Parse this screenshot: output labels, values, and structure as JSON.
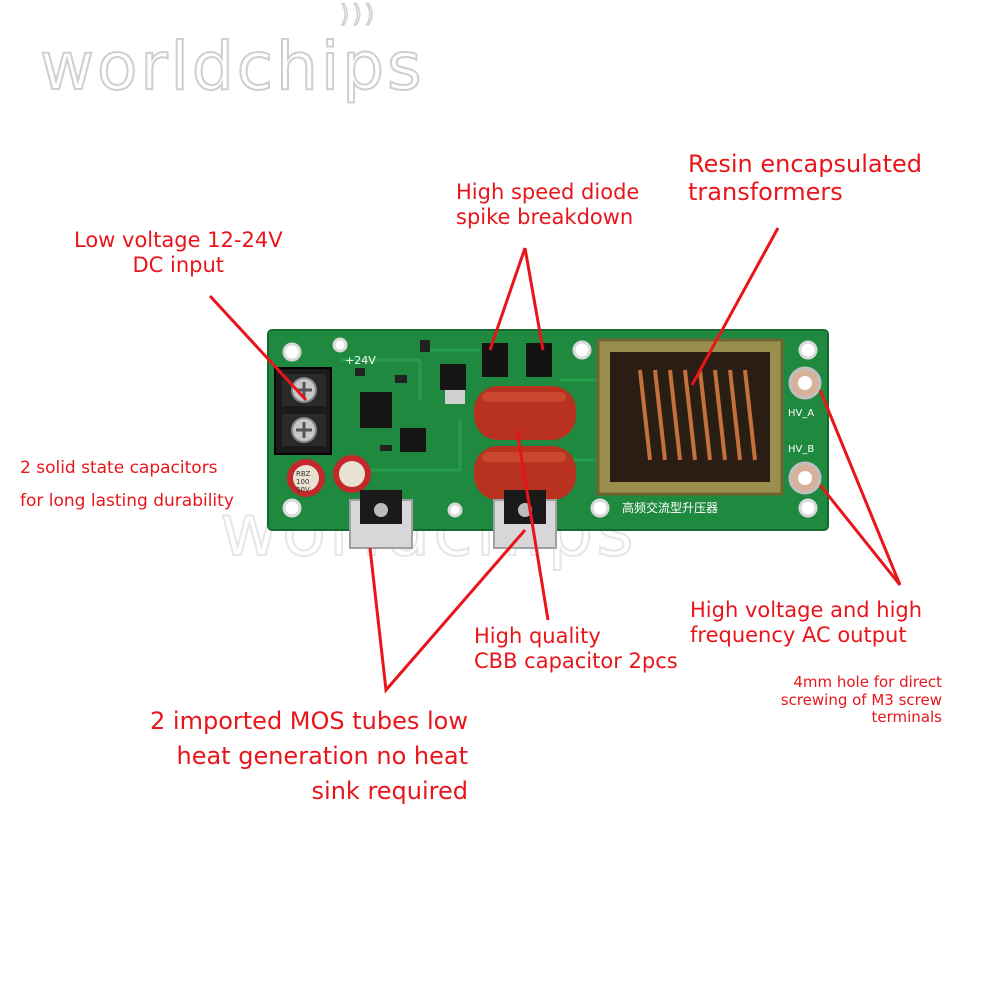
{
  "watermark": {
    "brand": "worldchips"
  },
  "board": {
    "silkscreen_voltage": "+24V",
    "silkscreen_hv_a": "HV_A",
    "silkscreen_hv_b": "HV_B",
    "silkscreen_chinese": "高频交流型升压器",
    "capacitor_marking_1": "RBZ",
    "capacitor_marking_2": "100",
    "capacitor_marking_3": "50V",
    "pcb_color": "#1f8a3f",
    "capacitor_color": "#b8321f"
  },
  "annotations": {
    "dc_input": [
      "Low voltage 12-24V",
      "DC input"
    ],
    "diode": [
      "High speed diode",
      "spike breakdown"
    ],
    "transformer": [
      "Resin encapsulated",
      "transformers"
    ],
    "solid_caps": [
      "2 solid state capacitors",
      "for long lasting durability"
    ],
    "cbb_caps": [
      "High quality",
      "CBB capacitor 2pcs"
    ],
    "mos_tubes": [
      "2 imported MOS tubes low",
      "heat generation no heat",
      "sink required"
    ],
    "hv_output": [
      "High voltage and high",
      "frequency AC output"
    ],
    "hole_note": [
      "4mm hole for direct",
      "screwing of M3 screw",
      "terminals"
    ]
  },
  "colors": {
    "annotation_red": "#e8151b",
    "watermark_gray": "#cfcfcf"
  }
}
